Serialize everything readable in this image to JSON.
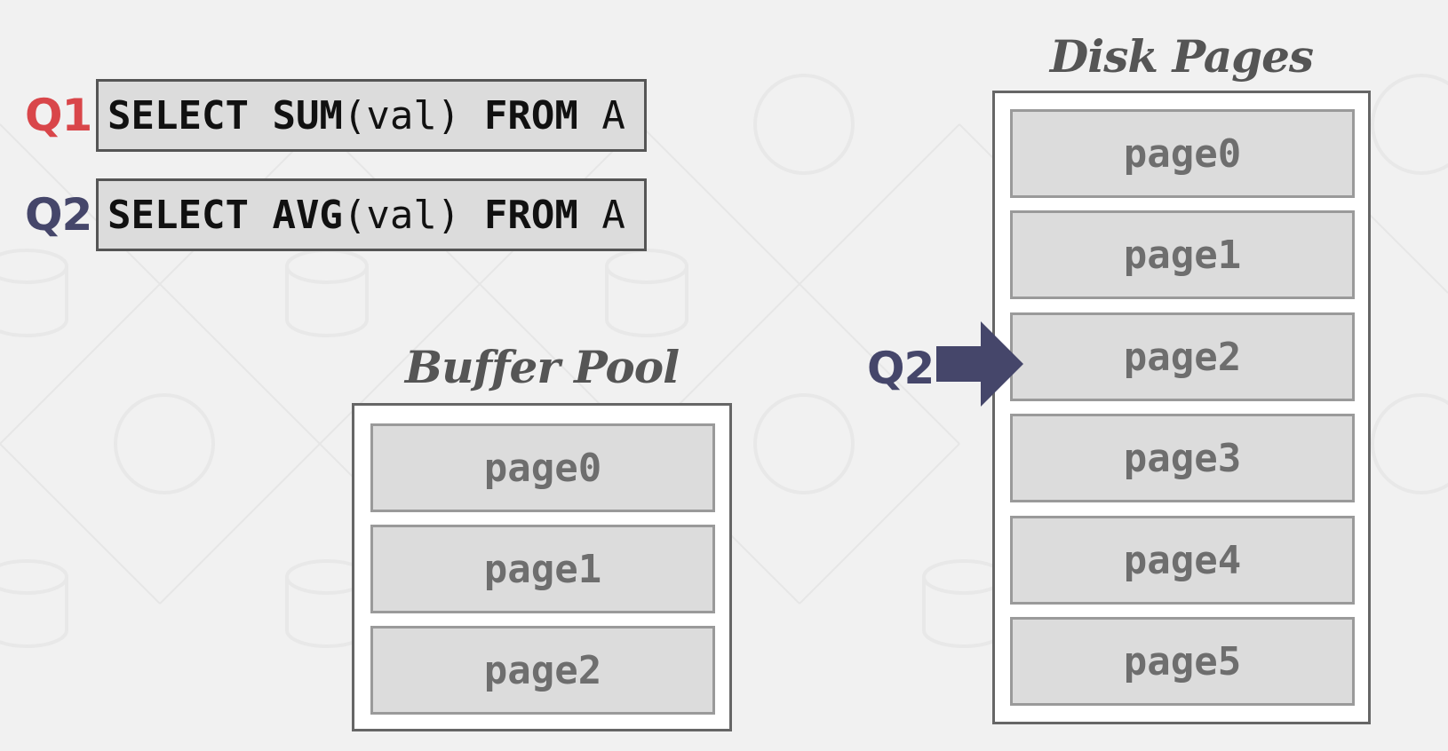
{
  "colors": {
    "q1": "#d9464a",
    "q2": "#45466a",
    "background": "#f1f1f1"
  },
  "queries": [
    {
      "label": "Q1",
      "sql_kw1": "SELECT",
      "sql_fn": "SUM",
      "sql_arg": "(val)",
      "sql_kw2": "FROM",
      "sql_table": "A"
    },
    {
      "label": "Q2",
      "sql_kw1": "SELECT",
      "sql_fn": "AVG",
      "sql_arg": "(val)",
      "sql_kw2": "FROM",
      "sql_table": "A"
    }
  ],
  "buffer_pool": {
    "title": "Buffer Pool",
    "pages": [
      "page0",
      "page1",
      "page2"
    ]
  },
  "disk": {
    "title": "Disk Pages",
    "pages": [
      "page0",
      "page1",
      "page2",
      "page3",
      "page4",
      "page5"
    ]
  },
  "cursor": {
    "label": "Q2",
    "points_to": "page2"
  }
}
